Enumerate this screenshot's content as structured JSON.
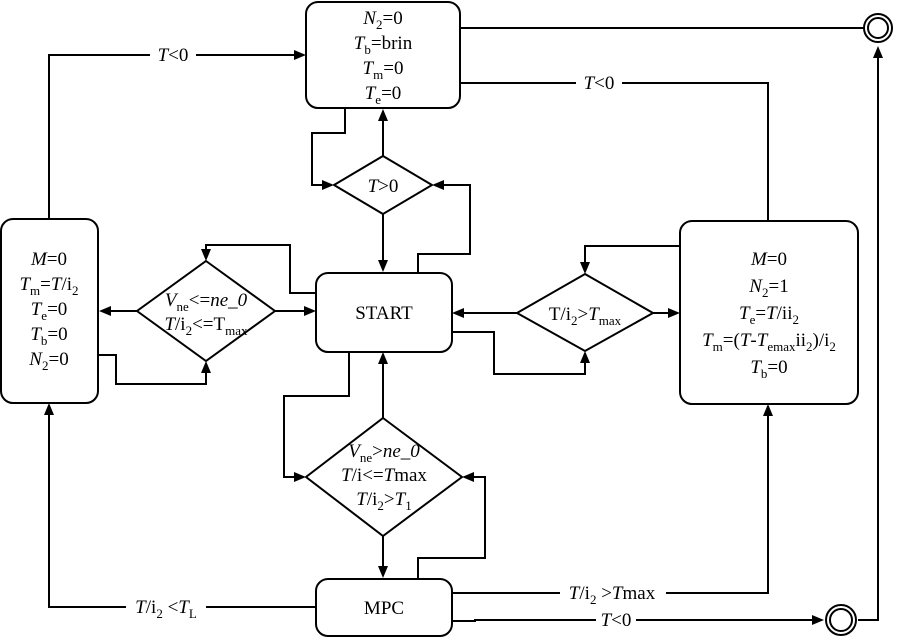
{
  "diagram": {
    "colors": {
      "stroke": "#000000",
      "fill": "#ffffff"
    },
    "nodes": {
      "brake": {
        "type": "rounded-rect",
        "lines": [
          [
            {
              "t": "N",
              "i": true
            },
            {
              "t": "2",
              "sub": true
            },
            {
              "t": "=0"
            }
          ],
          [
            {
              "t": "T",
              "i": true
            },
            {
              "t": "b",
              "sub": true
            },
            {
              "t": "=brin"
            }
          ],
          [
            {
              "t": "T",
              "i": true
            },
            {
              "t": "m",
              "sub": true
            },
            {
              "t": "=0"
            }
          ],
          [
            {
              "t": "T",
              "i": true
            },
            {
              "t": "e",
              "sub": true
            },
            {
              "t": "=0"
            }
          ]
        ]
      },
      "motor_only": {
        "type": "rounded-rect",
        "lines": [
          [
            {
              "t": "M",
              "i": true
            },
            {
              "t": "=0"
            }
          ],
          [
            {
              "t": "T",
              "i": true
            },
            {
              "t": "m",
              "sub": true
            },
            {
              "t": "="
            },
            {
              "t": "T",
              "i": true
            },
            {
              "t": "/i"
            },
            {
              "t": "2",
              "sub": true
            }
          ],
          [
            {
              "t": "T",
              "i": true
            },
            {
              "t": "e",
              "sub": true
            },
            {
              "t": "=0"
            }
          ],
          [
            {
              "t": "T",
              "i": true
            },
            {
              "t": "b",
              "sub": true
            },
            {
              "t": "=0"
            }
          ],
          [
            {
              "t": "N",
              "i": true
            },
            {
              "t": "2",
              "sub": true
            },
            {
              "t": "=0"
            }
          ]
        ]
      },
      "hybrid": {
        "type": "rounded-rect",
        "lines": [
          [
            {
              "t": "M",
              "i": true
            },
            {
              "t": "=0"
            }
          ],
          [
            {
              "t": "N",
              "i": true
            },
            {
              "t": "2",
              "sub": true
            },
            {
              "t": "=1"
            }
          ],
          [
            {
              "t": "T",
              "i": true
            },
            {
              "t": "e",
              "sub": true
            },
            {
              "t": "="
            },
            {
              "t": "T",
              "i": true
            },
            {
              "t": "/ii"
            },
            {
              "t": "2",
              "sub": true
            }
          ],
          [
            {
              "t": "T",
              "i": true
            },
            {
              "t": "m",
              "sub": true
            },
            {
              "t": "=("
            },
            {
              "t": "T",
              "i": true
            },
            {
              "t": "-"
            },
            {
              "t": "T",
              "i": true
            },
            {
              "t": "emax",
              "sub": true
            },
            {
              "t": "ii"
            },
            {
              "t": "2",
              "sub": true
            },
            {
              "t": ")/i"
            },
            {
              "t": "2",
              "sub": true
            }
          ],
          [
            {
              "t": "T",
              "i": true
            },
            {
              "t": "b",
              "sub": true
            },
            {
              "t": "=0"
            }
          ]
        ]
      },
      "start": {
        "type": "rounded-rect",
        "label": "START"
      },
      "mpc": {
        "type": "rounded-rect",
        "label": "MPC"
      },
      "cond_t_positive": {
        "type": "diamond",
        "lines": [
          [
            {
              "t": "T",
              "i": true
            },
            {
              "t": ">0"
            }
          ]
        ]
      },
      "cond_motor": {
        "type": "diamond",
        "lines": [
          [
            {
              "t": "V",
              "i": true
            },
            {
              "t": "ne",
              "sub": true
            },
            {
              "t": "<="
            },
            {
              "t": "ne_0",
              "i": true
            }
          ],
          [
            {
              "t": "T",
              "i": true
            },
            {
              "t": "/i"
            },
            {
              "t": "2",
              "sub": true
            },
            {
              "t": "<=T"
            },
            {
              "t": "max",
              "sub": true
            }
          ]
        ]
      },
      "cond_hybrid": {
        "type": "diamond",
        "lines": [
          [
            {
              "t": "T/i"
            },
            {
              "t": "2",
              "sub": true
            },
            {
              "t": ">"
            },
            {
              "t": "T",
              "i": true
            },
            {
              "t": "max",
              "sub": true
            }
          ]
        ]
      },
      "cond_mpc": {
        "type": "diamond",
        "lines": [
          [
            {
              "t": "V",
              "i": true
            },
            {
              "t": "ne",
              "sub": true
            },
            {
              "t": ">"
            },
            {
              "t": "ne_0",
              "i": true
            }
          ],
          [
            {
              "t": "T",
              "i": true
            },
            {
              "t": "/i<="
            },
            {
              "t": "T",
              "i": true
            },
            {
              "t": "max"
            }
          ],
          [
            {
              "t": "T",
              "i": true
            },
            {
              "t": "/i"
            },
            {
              "t": "2",
              "sub": true
            },
            {
              "t": ">"
            },
            {
              "t": "T",
              "i": true
            },
            {
              "t": "1",
              "sub": true
            }
          ]
        ]
      },
      "terminal_top": {
        "type": "double-circle"
      },
      "terminal_bottom": {
        "type": "double-circle"
      }
    },
    "edge_labels": {
      "motor_to_brake": [
        {
          "t": "T",
          "i": true
        },
        {
          "t": "<0"
        }
      ],
      "hybrid_to_brake": [
        {
          "t": "T",
          "i": true
        },
        {
          "t": "<0"
        }
      ],
      "mpc_to_motor": [
        {
          "t": "T",
          "i": true
        },
        {
          "t": "/i"
        },
        {
          "t": "2",
          "sub": true
        },
        {
          "t": " <"
        },
        {
          "t": "T",
          "i": true
        },
        {
          "t": "L",
          "sub": true
        }
      ],
      "mpc_to_hybrid": [
        {
          "t": "T",
          "i": true
        },
        {
          "t": "/i"
        },
        {
          "t": "2",
          "sub": true
        },
        {
          "t": " >"
        },
        {
          "t": "T",
          "i": true
        },
        {
          "t": "max"
        }
      ],
      "mpc_to_terminal": [
        {
          "t": "T",
          "i": true
        },
        {
          "t": "<0"
        }
      ]
    }
  }
}
